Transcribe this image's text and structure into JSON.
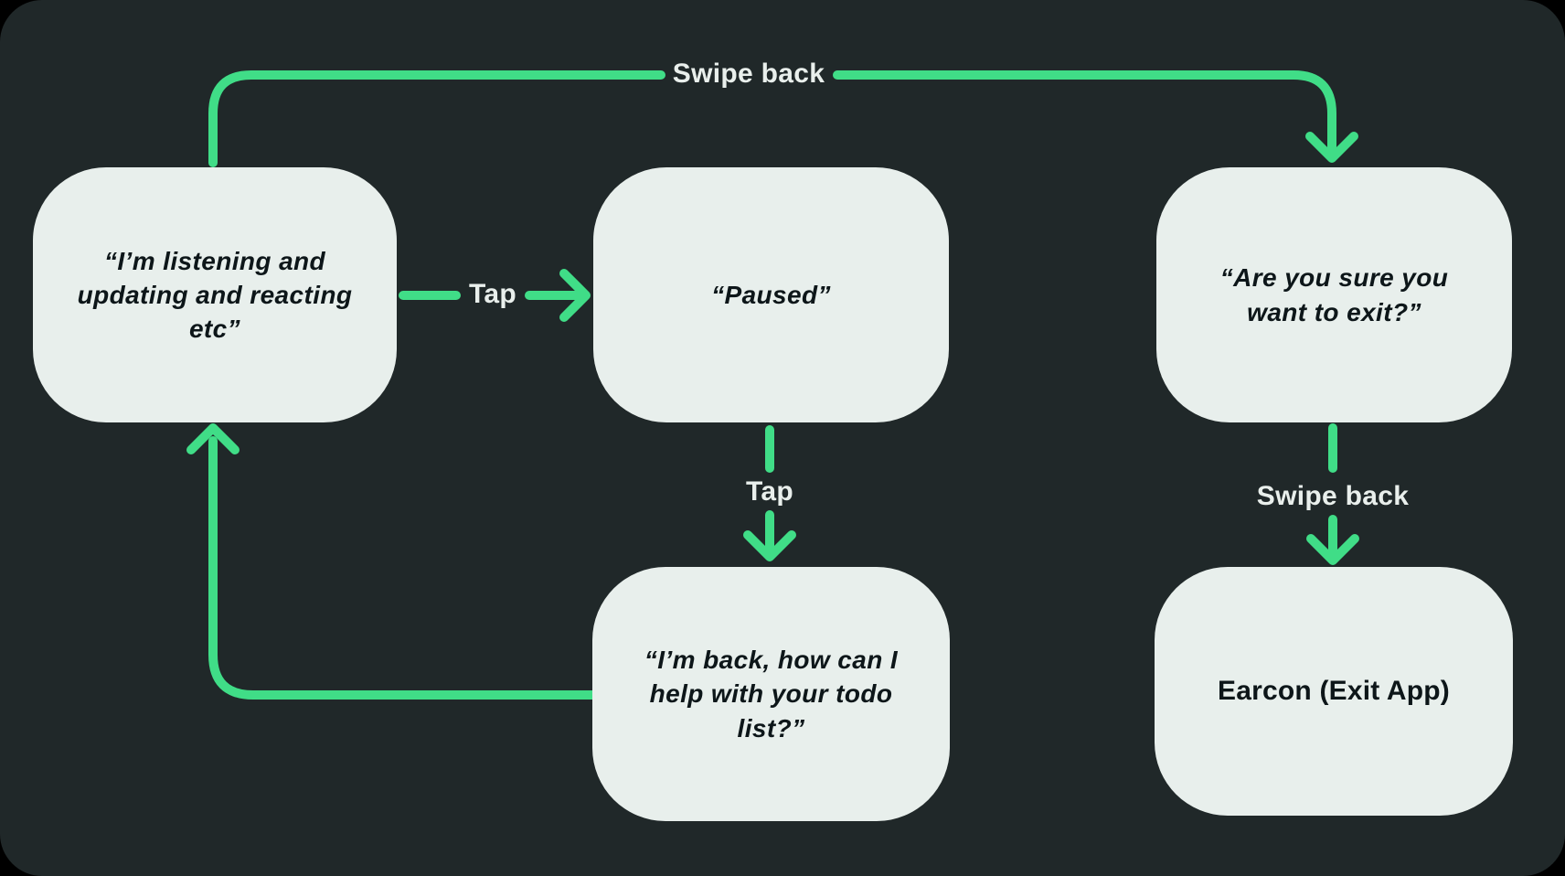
{
  "diagram": {
    "type": "flowchart",
    "colors": {
      "background": "#202829",
      "node_fill": "#e8efec",
      "accent_green": "#40dd87",
      "node_text": "#0d1619",
      "edge_label_text": "#e9efec"
    },
    "nodes": [
      {
        "id": "listening",
        "label": "“I’m listening and updating and reacting etc”"
      },
      {
        "id": "paused",
        "label": "“Paused”"
      },
      {
        "id": "exit-confirm",
        "label": "“Are you sure you want to exit?”"
      },
      {
        "id": "back-greeting",
        "label": "“I’m back, how can I help with your todo list?”"
      },
      {
        "id": "earcon-exit",
        "label": "Earcon (Exit App)"
      }
    ],
    "edges": [
      {
        "from": "listening",
        "to": "exit-confirm",
        "label": "Swipe back"
      },
      {
        "from": "listening",
        "to": "paused",
        "label": "Tap"
      },
      {
        "from": "paused",
        "to": "back-greeting",
        "label": "Tap"
      },
      {
        "from": "exit-confirm",
        "to": "earcon-exit",
        "label": "Swipe back"
      },
      {
        "from": "back-greeting",
        "to": "listening",
        "label": ""
      }
    ]
  }
}
